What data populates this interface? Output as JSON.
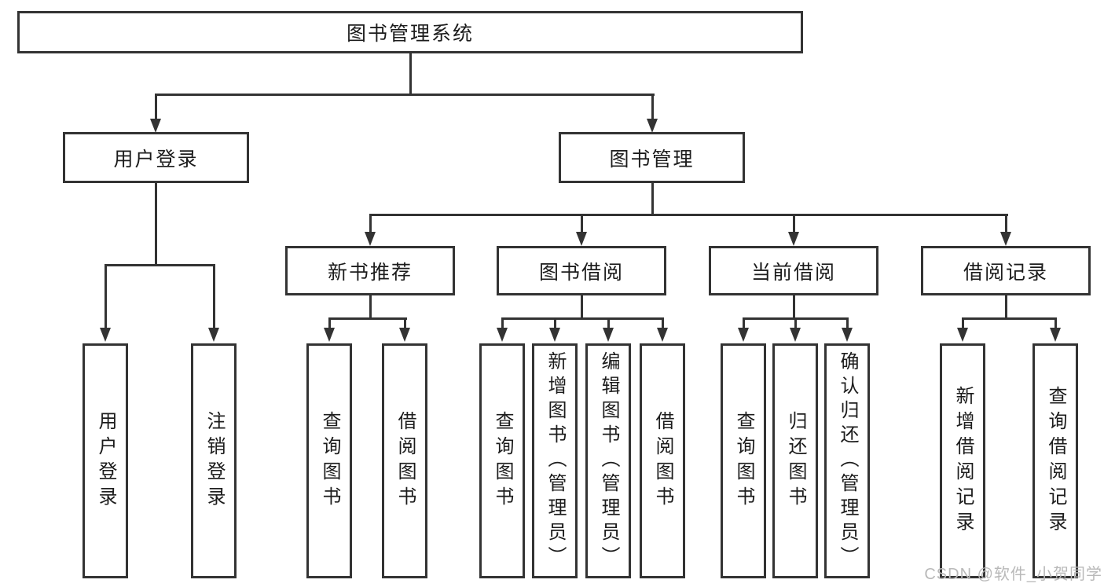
{
  "tree": {
    "root": "图书管理系统",
    "level2": [
      "用户登录",
      "图书管理"
    ],
    "level3": [
      "新书推荐",
      "图书借阅",
      "当前借阅",
      "借阅记录"
    ],
    "leaves_user_login": [
      "用户登录",
      "注销登录"
    ],
    "leaves_new_book": [
      "查询图书",
      "借阅图书"
    ],
    "leaves_book_borrow": [
      "查询图书",
      "新增图书（管理员）",
      "编辑图书（管理员）",
      "借阅图书"
    ],
    "leaves_current_borrow": [
      "查询图书",
      "归还图书",
      "确认归还（管理员）"
    ],
    "leaves_borrow_record": [
      "新增借阅记录",
      "查询借阅记录"
    ]
  },
  "watermark": "CSDN @软件_小贺同学",
  "colors": {
    "line": "#333333",
    "text": "#1c1c1c",
    "background": "#ffffff",
    "watermark": "#b9b9b9"
  }
}
